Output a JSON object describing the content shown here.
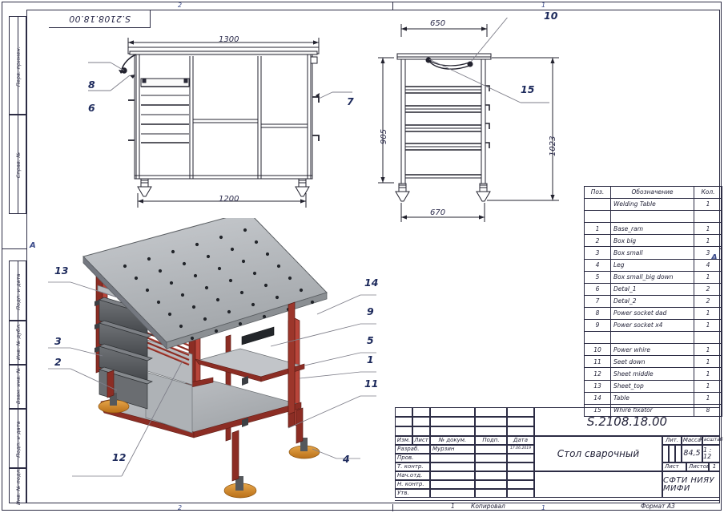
{
  "sheet": {
    "drawing_number": "S.2108.18.00",
    "zone_marks": {
      "top_left": "2",
      "top_right": "1",
      "bottom_left": "2",
      "bottom_right": "1"
    },
    "row_mark_left": "A",
    "row_mark_right": "A"
  },
  "left_margin": {
    "fields": [
      {
        "label": "Перв. примен."
      },
      {
        "label": "Справ. №"
      },
      {
        "label": "Подп. и дата"
      },
      {
        "label": "Инв. № дубл."
      },
      {
        "label": "Взам. инв. №"
      },
      {
        "label": "Подп. и дата"
      },
      {
        "label": "Инв. № подл."
      }
    ]
  },
  "front_view": {
    "dim_top": "1300",
    "dim_bottom": "1200",
    "callouts": [
      {
        "id": "8",
        "label": "8"
      },
      {
        "id": "6",
        "label": "6"
      },
      {
        "id": "7",
        "label": "7"
      }
    ]
  },
  "side_view": {
    "dim_top": "650",
    "dim_bottom": "670",
    "dim_left": "905",
    "dim_right": "1023",
    "callouts": [
      {
        "id": "10",
        "label": "10"
      },
      {
        "id": "15",
        "label": "15"
      }
    ]
  },
  "iso_view": {
    "callouts": [
      {
        "id": "13",
        "label": "13"
      },
      {
        "id": "3",
        "label": "3"
      },
      {
        "id": "2",
        "label": "2"
      },
      {
        "id": "12",
        "label": "12"
      },
      {
        "id": "14",
        "label": "14"
      },
      {
        "id": "9",
        "label": "9"
      },
      {
        "id": "5",
        "label": "5"
      },
      {
        "id": "1",
        "label": "1"
      },
      {
        "id": "11",
        "label": "11"
      },
      {
        "id": "4",
        "label": "4"
      }
    ],
    "colors": {
      "frame": "#8c2d24",
      "frame_light": "#b8453a",
      "panel": "#b9bcc0",
      "panel_dark": "#6f7377",
      "top_plate": "#b4b7bb",
      "foot": "#d98b33",
      "drawer": "#5a5d61"
    }
  },
  "parts_table": {
    "headers": [
      "Поз.",
      "Обозначение",
      "Кол."
    ],
    "rows": [
      {
        "pos": "",
        "name": "Welding Table",
        "qty": "1"
      },
      {
        "pos": "",
        "name": "",
        "qty": ""
      },
      {
        "pos": "1",
        "name": "Base_ram",
        "qty": "1"
      },
      {
        "pos": "2",
        "name": "Box big",
        "qty": "1"
      },
      {
        "pos": "3",
        "name": "Box small",
        "qty": "3"
      },
      {
        "pos": "4",
        "name": "Leg",
        "qty": "4"
      },
      {
        "pos": "5",
        "name": "Box small_big down",
        "qty": "1"
      },
      {
        "pos": "6",
        "name": "Detal_1",
        "qty": "2"
      },
      {
        "pos": "7",
        "name": "Detal_2",
        "qty": "2"
      },
      {
        "pos": "8",
        "name": "Power socket dad",
        "qty": "1"
      },
      {
        "pos": "9",
        "name": "Power socket x4",
        "qty": "1"
      },
      {
        "pos": "",
        "name": "",
        "qty": ""
      },
      {
        "pos": "10",
        "name": "Power whire",
        "qty": "1"
      },
      {
        "pos": "11",
        "name": "Seet down",
        "qty": "1"
      },
      {
        "pos": "12",
        "name": "Sheet middle",
        "qty": "1"
      },
      {
        "pos": "13",
        "name": "Sheet_top",
        "qty": "1"
      },
      {
        "pos": "14",
        "name": "Table",
        "qty": "1"
      },
      {
        "pos": "15",
        "name": "Whire fixator",
        "qty": "8"
      }
    ]
  },
  "title_block": {
    "col_headers": [
      "Изм.",
      "Лист",
      "№ докум.",
      "Подп.",
      "Дата"
    ],
    "role_rows": [
      {
        "role": "Разраб.",
        "name": "Мурзин",
        "date": "17.06.2019"
      },
      {
        "role": "Пров.",
        "name": "",
        "date": ""
      },
      {
        "role": "Т. контр.",
        "name": "",
        "date": ""
      },
      {
        "role": "Нач.отд.",
        "name": "",
        "date": ""
      },
      {
        "role": "Н. контр.",
        "name": "",
        "date": ""
      },
      {
        "role": "Утв.",
        "name": "",
        "date": ""
      }
    ],
    "designation": "S.2108.18.00",
    "part_name": "Стол сварочный",
    "lit_label": "Лит.",
    "mass_label": "Масса",
    "scale_label": "Масштаб",
    "lit_value": "",
    "mass_value": "84,5",
    "scale_value": "1 : 12",
    "sheet_label": "Лист",
    "sheets_label": "Листов",
    "sheets_value": "1",
    "organization": "СФТИ НИЯУ МИФИ",
    "copied_num": "1",
    "copied_label": "Копировал",
    "format_label": "Формат А3"
  }
}
